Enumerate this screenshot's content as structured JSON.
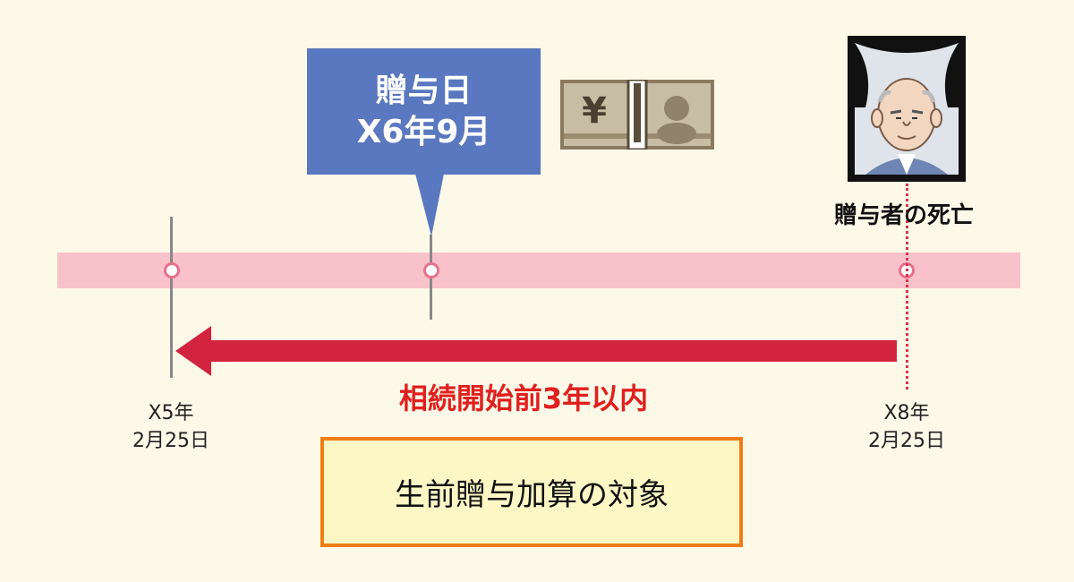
{
  "gift_callout": {
    "line1": "贈与日",
    "line2": "X6年9月"
  },
  "death_label": "贈与者の死亡",
  "period_label": "相続開始前3年以内",
  "start_date": {
    "year": "X5年",
    "day": "2月25日"
  },
  "end_date": {
    "year": "X8年",
    "day": "2月25日"
  },
  "target_box_label": "生前贈与加算の対象",
  "money_icon": {
    "name": "banknote-icon",
    "symbol": "¥"
  },
  "portrait_icon": "memorial-portrait-icon",
  "colors": {
    "callout": "#5a78bf",
    "timeline": "#f9c1c9",
    "arrow": "#d2243e",
    "period_text": "#e0201e",
    "box_border": "#f07d12",
    "box_fill": "#fdf7c5"
  }
}
